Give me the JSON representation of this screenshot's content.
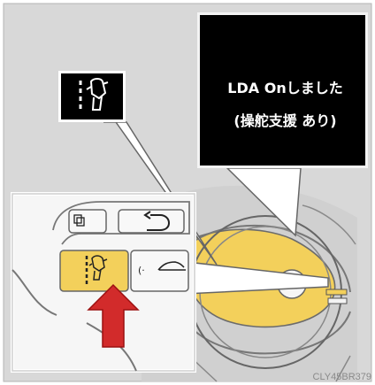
{
  "callout": {
    "line1": "LDA Onしました",
    "line2": "(操舵支援 あり)"
  },
  "icons": {
    "indicator_icon": "lane-departure-alert-icon",
    "switch_icon": "lane-departure-alert-icon",
    "top_left_icon": "display-switch-icon",
    "top_right_icon": "return-icon",
    "right_lower_icon": "radar-cruise-icon",
    "arrow": "red-arrow-up-icon"
  },
  "colors": {
    "highlight": "#f3d05b",
    "arrow": "#d22b2b",
    "callout_bg": "#000000",
    "panel": "#d7d7d7"
  },
  "figure_code": "CLY45BR379"
}
